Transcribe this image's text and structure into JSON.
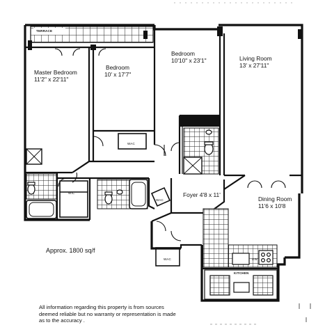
{
  "rooms": {
    "terrace": {
      "name": "TERRACE"
    },
    "master_bedroom": {
      "name": "Master Bedroom",
      "size": "11'2\" x 22'11\""
    },
    "bedroom_2": {
      "name": "Bedroom",
      "size": "10' x 17'7\""
    },
    "bedroom_3": {
      "name": "Bedroom",
      "size": "10'10\" x 23'1\""
    },
    "living_room": {
      "name": "Living Room",
      "size": "13' x 27'11\""
    },
    "foyer": {
      "name": "Foyer",
      "size": "4'8 x 11'"
    },
    "dining_room": {
      "name": "Dining Room",
      "size": "11'6 x 10'8"
    },
    "kitchen": {
      "name": "KITCHEN"
    }
  },
  "closets": {
    "wic_label": "WIC",
    "wac_label": "WAC",
    "dw_label": "DW"
  },
  "area_note": "Approx. 1800 sq/f",
  "disclaimer": [
    "All information regarding this property is from sources",
    "deemed reliable but no warranty or representation is made",
    "as to the accuracy ."
  ]
}
